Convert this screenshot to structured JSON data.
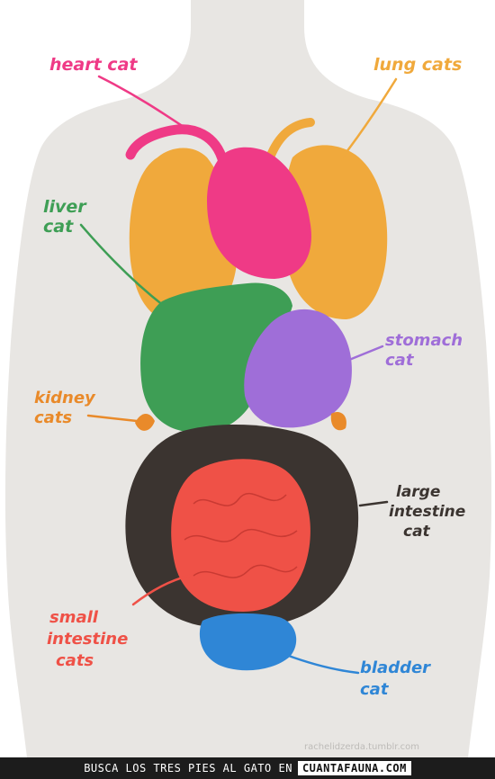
{
  "colors": {
    "heart": "#ef3a86",
    "lung": "#f0a93c",
    "liver": "#3e9e55",
    "stomach": "#9f6ed8",
    "kidney": "#e98a2a",
    "large_intestine": "#3b3430",
    "small_intestine": "#ef5147",
    "bladder": "#2f86d6",
    "body": "#e8e6e3",
    "page": "#ffffff"
  },
  "labels": {
    "heart": "heart cat",
    "lung": "lung cats",
    "liver_line1": "liver",
    "liver_line2": "cat",
    "stomach_line1": "stomach",
    "stomach_line2": "cat",
    "kidney_line1": "kidney",
    "kidney_line2": "cats",
    "large_line1": "large",
    "large_line2": "intestine",
    "large_line3": "cat",
    "small_line1": "small",
    "small_line2": "intestine",
    "small_line3": "cats",
    "bladder_line1": "bladder",
    "bladder_line2": "cat"
  },
  "watermark": "rachelidzerda.tumblr.com",
  "footer": {
    "caption": "BUSCA LOS TRES PIES AL GATO EN",
    "site": "CUANTAFAUNA.COM"
  }
}
